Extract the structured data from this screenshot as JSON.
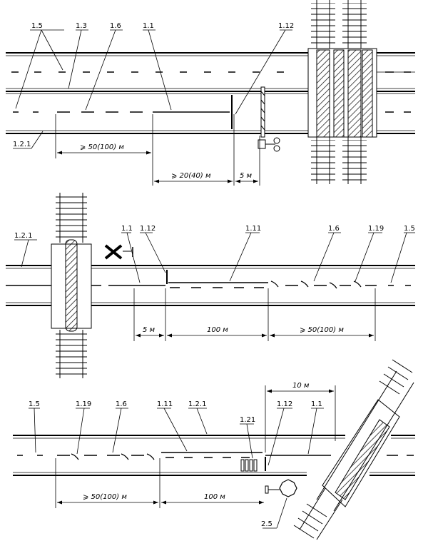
{
  "colors": {
    "ink": "#000000",
    "road_fill": "#ffffff",
    "hatch": "#000000"
  },
  "scheme1": {
    "labels": {
      "l1_5": "1.5",
      "l1_3": "1.3",
      "l1_6": "1.6",
      "l1_1": "1.1",
      "l1_12": "1.12",
      "l1_2_1": "1.2.1"
    },
    "dims": {
      "d50": "⩾ 50(100) м",
      "d20": "⩾ 20(40) м",
      "d5": "5 м"
    }
  },
  "scheme2": {
    "labels": {
      "l1_2_1": "1.2.1",
      "l1_1": "1.1",
      "l1_12": "1.12",
      "l1_11": "1.11",
      "l1_6": "1.6",
      "l1_19": "1.19",
      "l1_5": "1.5"
    },
    "dims": {
      "d5": "5 м",
      "d100": "100 м",
      "d50": "⩾ 50(100) м"
    }
  },
  "scheme3": {
    "labels": {
      "l1_5": "1.5",
      "l1_19": "1.19",
      "l1_6": "1.6",
      "l1_11": "1.11",
      "l1_2_1": "1.2.1",
      "l1_21": "1.21",
      "l1_12": "1.12",
      "l1_1": "1.1",
      "l2_5": "2.5"
    },
    "dims": {
      "d10": "10 м",
      "d50": "⩾ 50(100) м",
      "d100": "100 м"
    },
    "stop_word": "STOP"
  }
}
